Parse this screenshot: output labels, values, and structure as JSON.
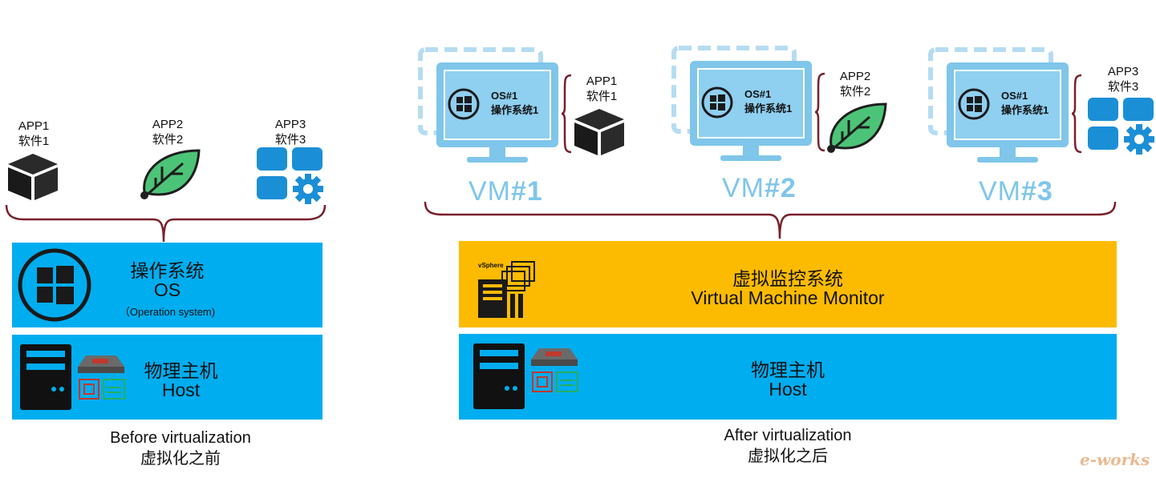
{
  "before": {
    "apps": [
      {
        "name": "APP1",
        "label": "软件1",
        "icon": "cube-icon"
      },
      {
        "name": "APP2",
        "label": "软件2",
        "icon": "leaf-icon"
      },
      {
        "name": "APP3",
        "label": "软件3",
        "icon": "tiles-gear-icon"
      }
    ],
    "os_bar": {
      "title": "操作系统",
      "subtitle": "OS",
      "note": "（Operation system)"
    },
    "host_bar": {
      "title": "物理主机",
      "subtitle": "Host"
    },
    "caption": {
      "en": "Before virtualization",
      "zh": "虚拟化之前"
    }
  },
  "after": {
    "vms": [
      {
        "title": "VM",
        "num": "#1",
        "os": "OS#1",
        "os_label": "操作系统1",
        "app": "APP1",
        "app_label": "软件1"
      },
      {
        "title": "VM",
        "num": "#2",
        "os": "OS#1",
        "os_label": "操作系统1",
        "app": "APP2",
        "app_label": "软件2"
      },
      {
        "title": "VM",
        "num": "#3",
        "os": "OS#1",
        "os_label": "操作系统1",
        "app": "APP3",
        "app_label": "软件3"
      }
    ],
    "vmm_bar": {
      "title": "虚拟监控系统",
      "subtitle": "Virtual Machine Monitor",
      "badge": "vSphere"
    },
    "host_bar": {
      "title": "物理主机",
      "subtitle": "Host"
    },
    "caption": {
      "en": "After virtualization",
      "zh": "虚拟化之后"
    }
  },
  "watermark": "e-works",
  "colors": {
    "blue_bar": "#00adef",
    "yellow_bar": "#fdbb00",
    "brace": "#7a1f2a",
    "monitor": "#7fc6ea",
    "dark_icon": "#1a1a1a",
    "leaf": "#3bb86a",
    "tile_blue": "#1b8fd6"
  }
}
